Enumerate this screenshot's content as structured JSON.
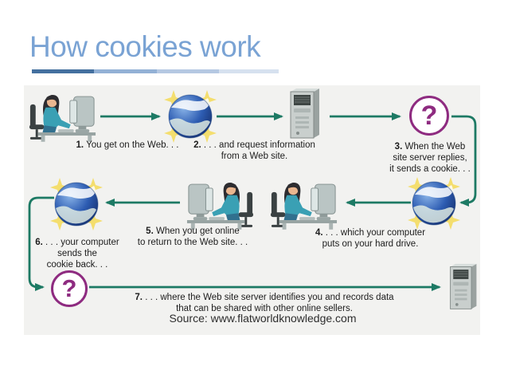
{
  "slide": {
    "title": "How cookies work",
    "title_color": "#7aa3d4",
    "underline_colors": [
      "#44709f",
      "#93b1d5",
      "#b5c8e2",
      "#d6e1ef"
    ]
  },
  "diagram": {
    "panel_background": "#f2f2f0",
    "arrow_color": "#1d7a64",
    "question_mark_color": "#8e2b80",
    "question_glyph": "?",
    "icons": [
      "person-at-computer-icon",
      "globe-icon",
      "server-tower-icon",
      "question-mark-icon"
    ],
    "steps": [
      {
        "num": "1.",
        "text": "You get on the Web. . ."
      },
      {
        "num": "2.",
        "text": ". . . and request information\nfrom a Web site."
      },
      {
        "num": "3.",
        "text": "When the Web\nsite server replies,\nit sends a cookie. . ."
      },
      {
        "num": "4.",
        "text": ". . . which your computer\nputs on your hard drive."
      },
      {
        "num": "5.",
        "text": "When you get online\nto return to the Web site. . ."
      },
      {
        "num": "6.",
        "text": ". . . your computer\nsends the\ncookie back. . ."
      },
      {
        "num": "7.",
        "text": ". . . where the Web site server identifies you and records data\nthat can be shared with other online sellers."
      }
    ],
    "source": "Source: www.flatworldknowledge.com"
  }
}
